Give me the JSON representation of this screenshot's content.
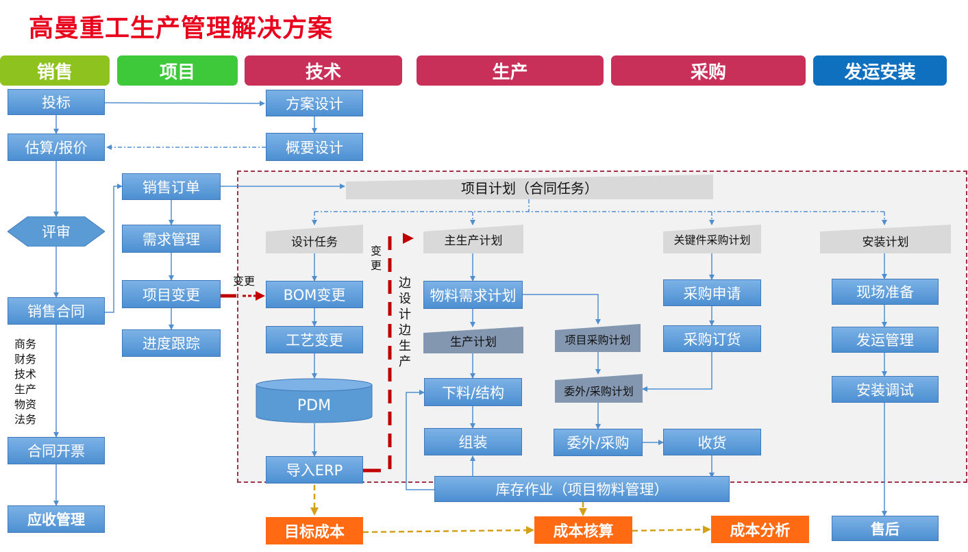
{
  "title": "高曼重工生产管理解决方案",
  "headers": [
    {
      "label": "销售",
      "color": "#8dc21f"
    },
    {
      "label": "项目",
      "color": "#3ec93a"
    },
    {
      "label": "技术",
      "color": "#c8305a"
    },
    {
      "label": "生产",
      "color": "#c8305a"
    },
    {
      "label": "采购",
      "color": "#c8305a"
    },
    {
      "label": "发运安装",
      "color": "#0f70c0"
    }
  ],
  "sales": {
    "bid": "投标",
    "estimate": "估算/报价",
    "review": "评审",
    "contract": "销售合同",
    "review_depts": [
      "商务",
      "财务",
      "技术",
      "生产",
      "物资",
      "法务"
    ],
    "invoice": "合同开票",
    "receivable": "应收管理"
  },
  "project": {
    "sales_order": "销售订单",
    "demand": "需求管理",
    "change": "项目变更",
    "progress": "进度跟踪",
    "change_label": "变更"
  },
  "tech": {
    "scheme": "方案设计",
    "outline": "概要设计",
    "design_task": "设计任务",
    "bom_change": "BOM变更",
    "process_change": "工艺变更",
    "pdm": "PDM",
    "import_erp": "导入ERP"
  },
  "plan_banner": "项目计划（合同任务）",
  "side_change": "变更",
  "side_text": "边设计边生产",
  "production": {
    "master_plan": "主生产计划",
    "mrp": "物料需求计划",
    "prod_plan": "生产计划",
    "cutting": "下料/结构",
    "assembly": "组装"
  },
  "purchase": {
    "key_plan": "关键件采购计划",
    "request": "采购申请",
    "order": "采购订货",
    "project_purchase_plan": "项目采购计划",
    "outsource_plan": "委外/采购计划",
    "outsource": "委外/采购",
    "receive": "收货"
  },
  "install": {
    "install_plan": "安装计划",
    "site_prep": "现场准备",
    "shipping": "发运管理",
    "commission": "安装调试",
    "after_sales": "售后"
  },
  "inventory": "库存作业（项目物料管理）",
  "cost": {
    "target": "目标成本",
    "accounting": "成本核算",
    "analysis": "成本分析"
  },
  "colors": {
    "title": "#e8001d",
    "box": "#5b9bd5",
    "arrow_blue": "#4f8fd0",
    "arrow_red": "#c00000",
    "arrow_gold": "#d4a017",
    "dashed_frame": "#a0304a",
    "gray_plan": "#d9d9d9",
    "dark_plan": "#8497b0"
  }
}
